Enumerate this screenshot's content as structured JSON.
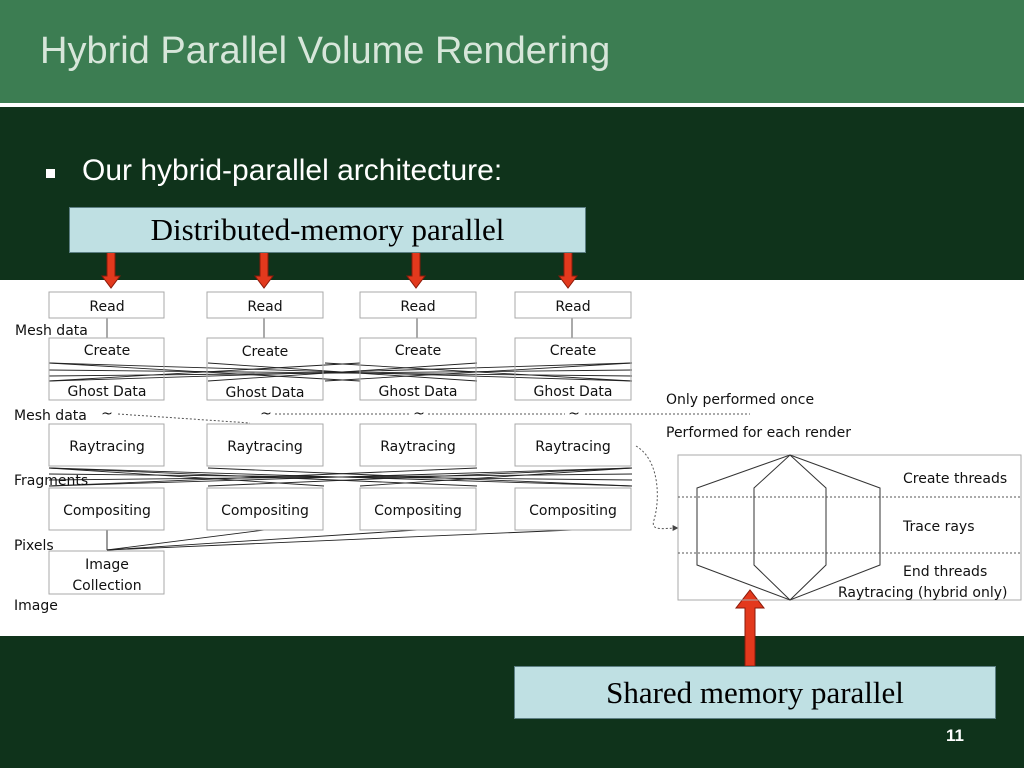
{
  "slide": {
    "title": "Hybrid Parallel Volume Rendering",
    "bullet": "Our hybrid-parallel architecture:",
    "page_number": "11"
  },
  "callouts": {
    "distributed": "Distributed-memory parallel",
    "shared": "Shared memory parallel"
  },
  "pipeline": {
    "read": "Read",
    "create": "Create",
    "ghost_data": "Ghost Data",
    "raytracing": "Raytracing",
    "compositing": "Compositing",
    "image_collection_1": "Image",
    "image_collection_2": "Collection",
    "tilde": "~"
  },
  "stage_labels": {
    "mesh_data_1": "Mesh data",
    "mesh_data_2": "Mesh data",
    "fragments": "Fragments",
    "pixels": "Pixels",
    "image": "Image"
  },
  "notes": {
    "once": "Only performed once",
    "each_render": "Performed for each render"
  },
  "hybrid_detail": {
    "create_threads": "Create threads",
    "trace_rays": "Trace rays",
    "end_threads": "End threads",
    "caption": "Raytracing (hybrid only)"
  },
  "colors": {
    "title_bar": "#3c7d52",
    "background": "#0f331b",
    "callout_fill": "#bfe0e3",
    "arrow_red": "#e3391d"
  }
}
